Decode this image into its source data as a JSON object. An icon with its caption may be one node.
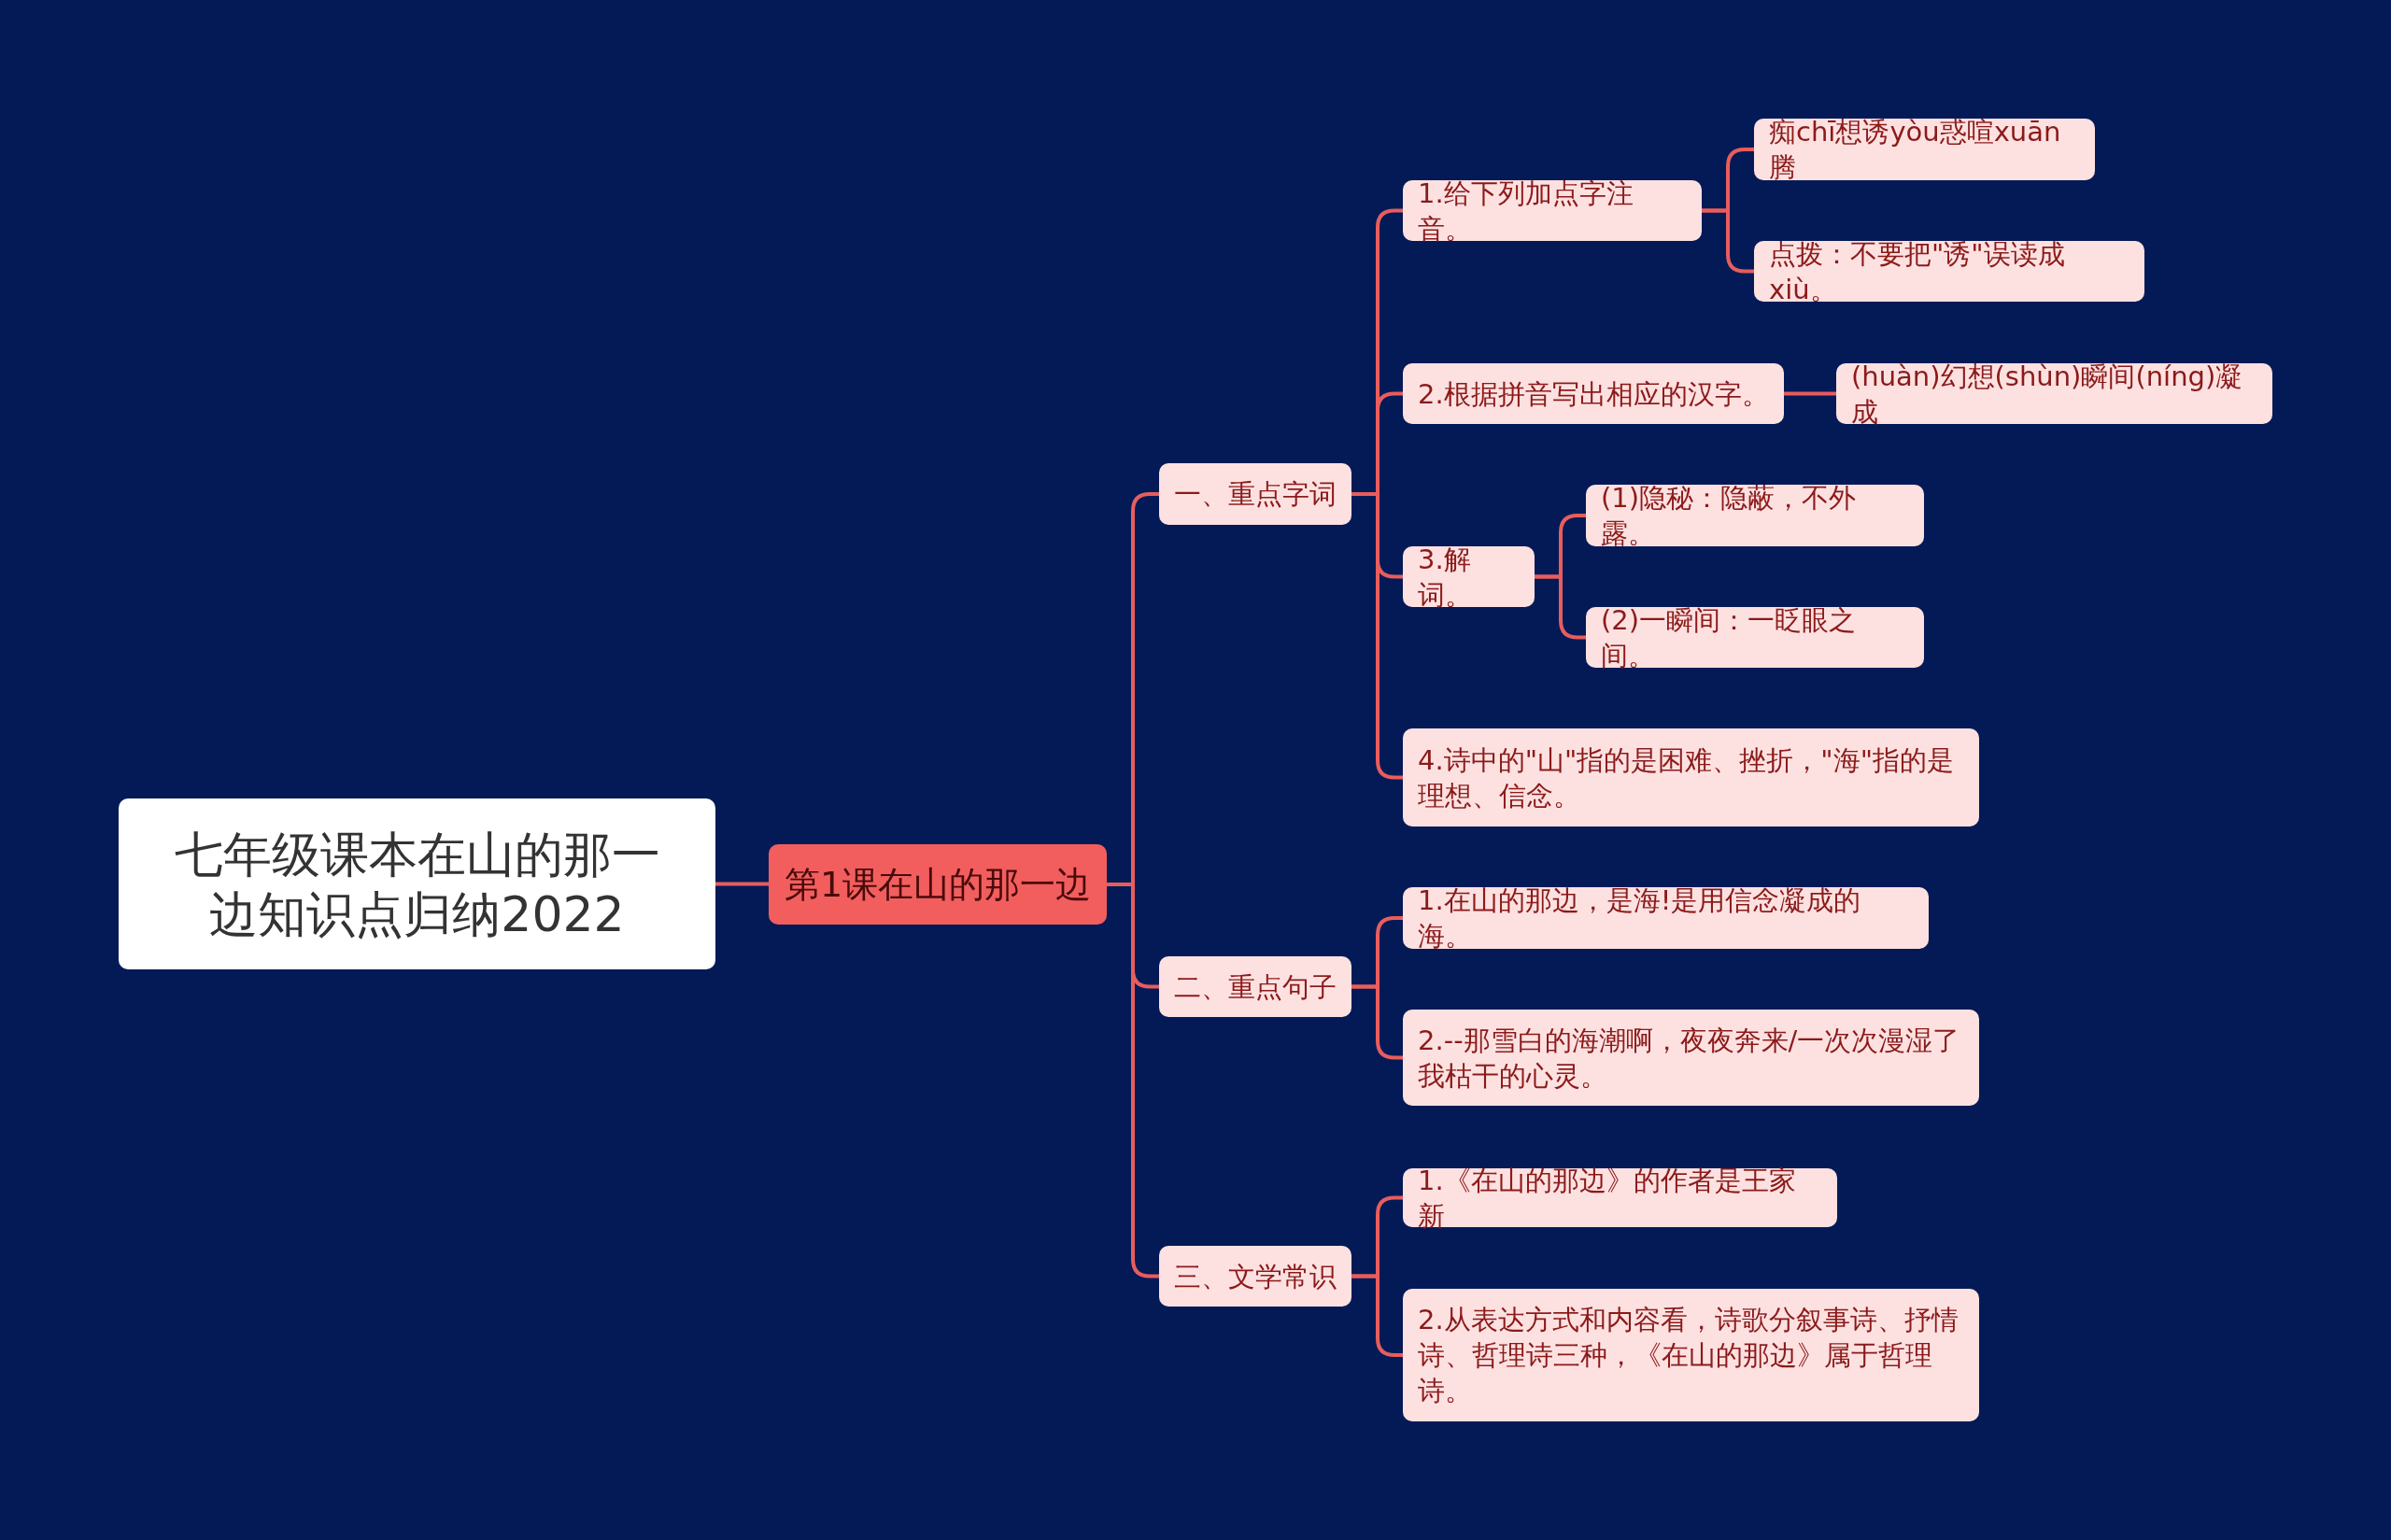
{
  "diagram": {
    "nodes": [
      {
        "text": [
          "七年级课本在山的那一边知识点归纳2022"
        ]
      },
      {
        "text": [
          "第1课在山的那一边"
        ]
      },
      {
        "text": [
          "一、重点字词"
        ]
      },
      {
        "text": [
          "1.给下列加点字注音。"
        ]
      },
      {
        "text": [
          "痴chī想诱yòu惑喧xuān腾"
        ]
      },
      {
        "text": [
          "点拨：不要把\"诱\"误读成xiù。"
        ]
      },
      {
        "text": [
          "2.根据拼音写出相应的汉字。"
        ]
      },
      {
        "text": [
          "(huàn)幻想(shùn)瞬间(níng)凝成"
        ]
      },
      {
        "text": [
          "3.解词。"
        ]
      },
      {
        "text": [
          "(1)隐秘：隐蔽，不外露。"
        ]
      },
      {
        "text": [
          "(2)一瞬间：一眨眼之间。"
        ]
      },
      {
        "text": [
          "4.诗中的\"山\"指的是困难、挫折，\"海\"指的是理想、信念。"
        ]
      },
      {
        "text": [
          "二、重点句子"
        ]
      },
      {
        "text": [
          "1.在山的那边，是海!是用信念凝成的海。"
        ]
      },
      {
        "text": [
          "2.--那雪白的海潮啊，夜夜奔来/一次次漫湿了我枯干的心灵。"
        ]
      },
      {
        "text": [
          "三、文学常识"
        ]
      },
      {
        "text": [
          "1.《在山的那边》的作者是王家新"
        ]
      },
      {
        "text": [
          "2.从表达方式和内容看，诗歌分叙事诗、抒情诗、哲理诗三种，《在山的那边》属于哲理诗。"
        ]
      }
    ],
    "edges": [
      {
        "from": 0,
        "to": 1,
        "arrow": "none"
      },
      {
        "from": 1,
        "to": 2,
        "arrow": "none"
      },
      {
        "from": 1,
        "to": 12,
        "arrow": "none"
      },
      {
        "from": 1,
        "to": 15,
        "arrow": "none"
      },
      {
        "from": 2,
        "to": 3,
        "arrow": "none"
      },
      {
        "from": 2,
        "to": 6,
        "arrow": "none"
      },
      {
        "from": 2,
        "to": 8,
        "arrow": "none"
      },
      {
        "from": 2,
        "to": 11,
        "arrow": "none"
      },
      {
        "from": 3,
        "to": 4,
        "arrow": "none"
      },
      {
        "from": 3,
        "to": 5,
        "arrow": "none"
      },
      {
        "from": 6,
        "to": 7,
        "arrow": "none"
      },
      {
        "from": 8,
        "to": 9,
        "arrow": "none"
      },
      {
        "from": 8,
        "to": 10,
        "arrow": "none"
      },
      {
        "from": 12,
        "to": 13,
        "arrow": "none"
      },
      {
        "from": 12,
        "to": 14,
        "arrow": "none"
      },
      {
        "from": 15,
        "to": 16,
        "arrow": "none"
      },
      {
        "from": 15,
        "to": 17,
        "arrow": "none"
      }
    ]
  }
}
